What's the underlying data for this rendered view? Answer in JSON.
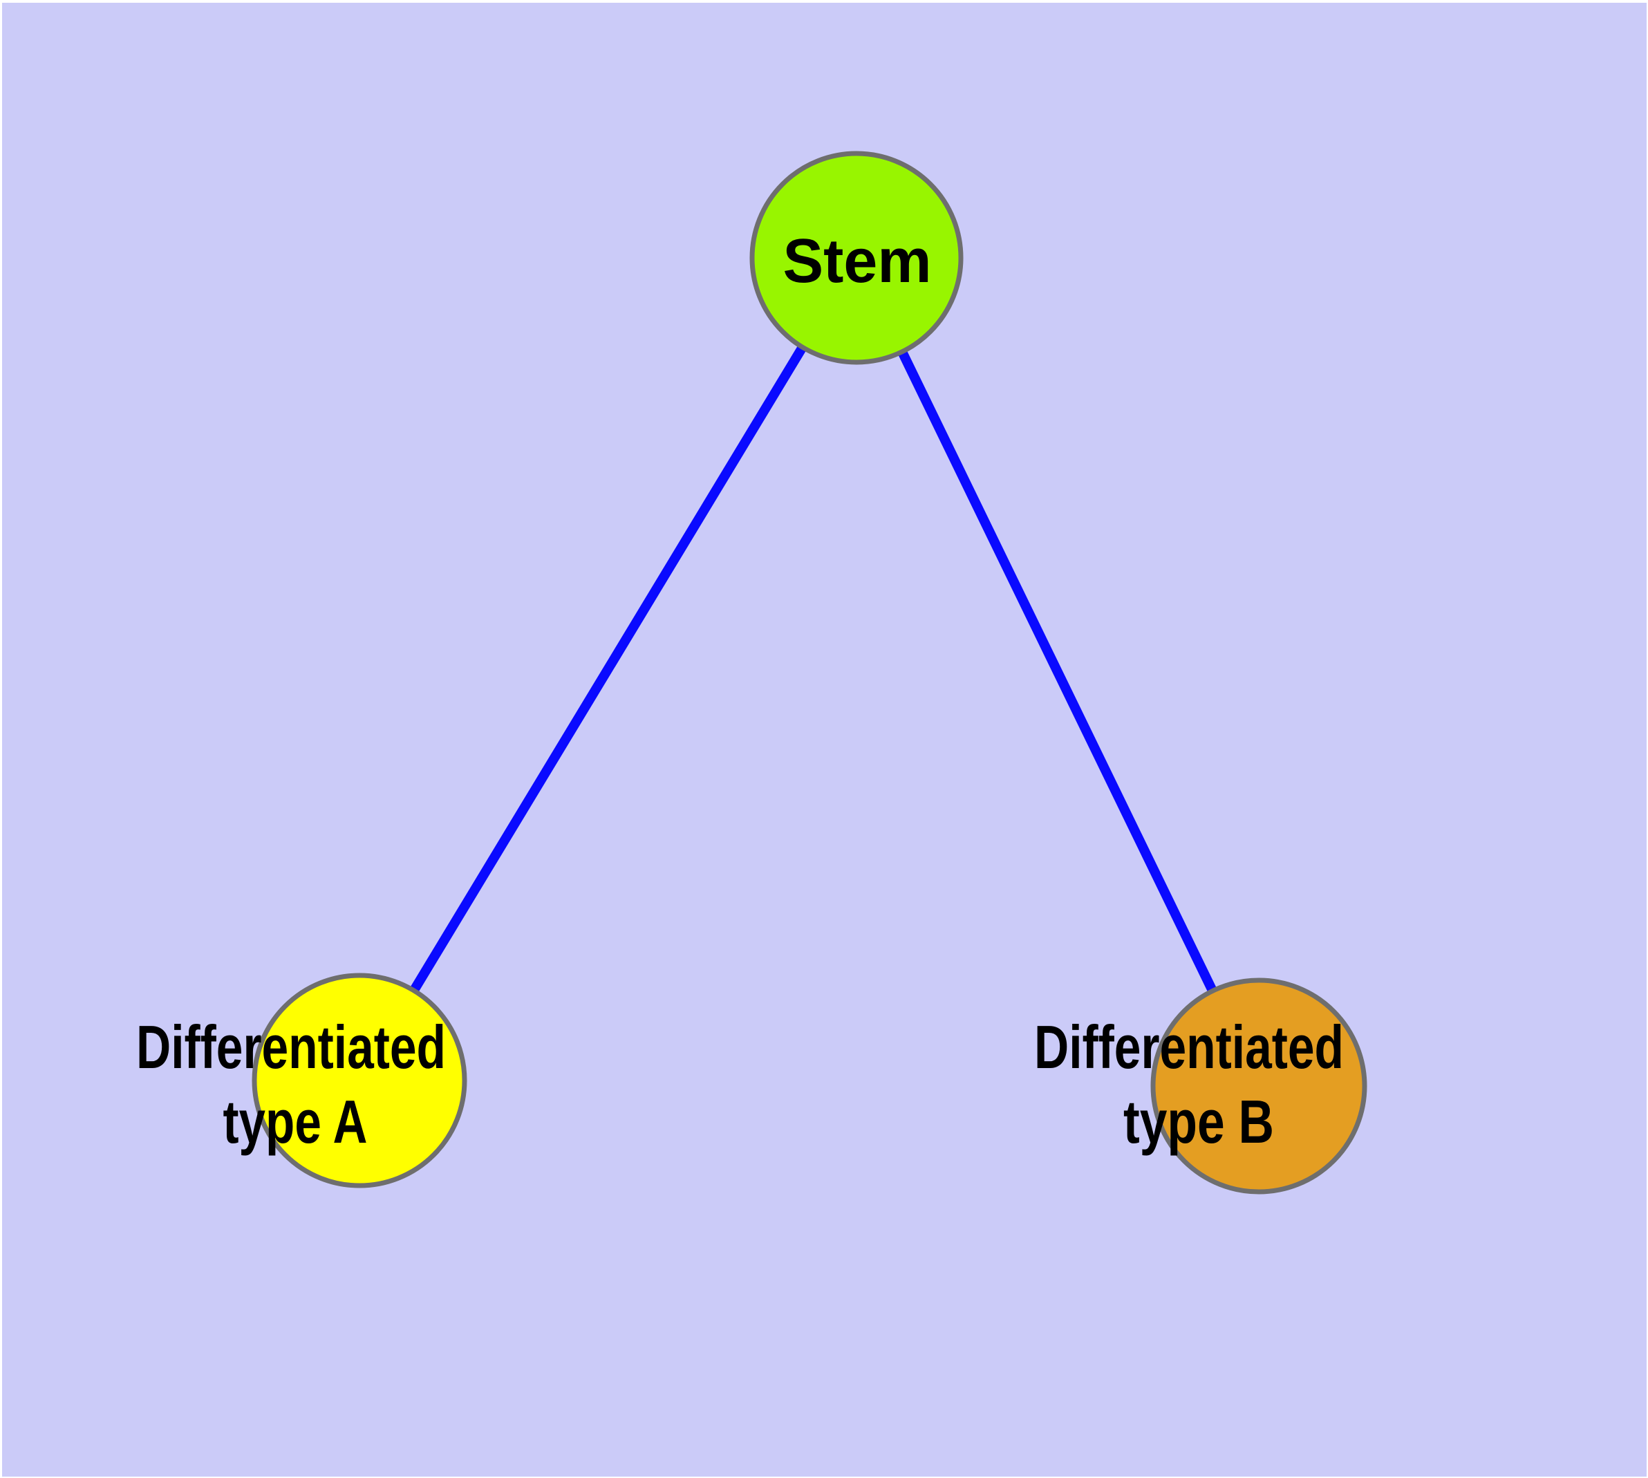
{
  "diagram": {
    "type": "graph",
    "description": "Stem cell differentiation graph with one parent node and two differentiated child nodes",
    "colors": {
      "background": "#CBCBF8",
      "page_edge": "#FFFFFF",
      "edge": "#0A0AFF",
      "node_border": "#6E6E6E",
      "label_text": "#000000"
    },
    "nodes": {
      "stem": {
        "label": "Stem",
        "color": "#98F500"
      },
      "typeA": {
        "label_line1": "Differentiated",
        "label_line2": "type A",
        "color": "#FFFF00"
      },
      "typeB": {
        "label_line1": "Differentiated",
        "label_line2": "type B",
        "color": "#E49E22"
      }
    },
    "edges": [
      {
        "from": "Stem",
        "to": "Differentiated type A"
      },
      {
        "from": "Stem",
        "to": "Differentiated type B"
      }
    ]
  }
}
